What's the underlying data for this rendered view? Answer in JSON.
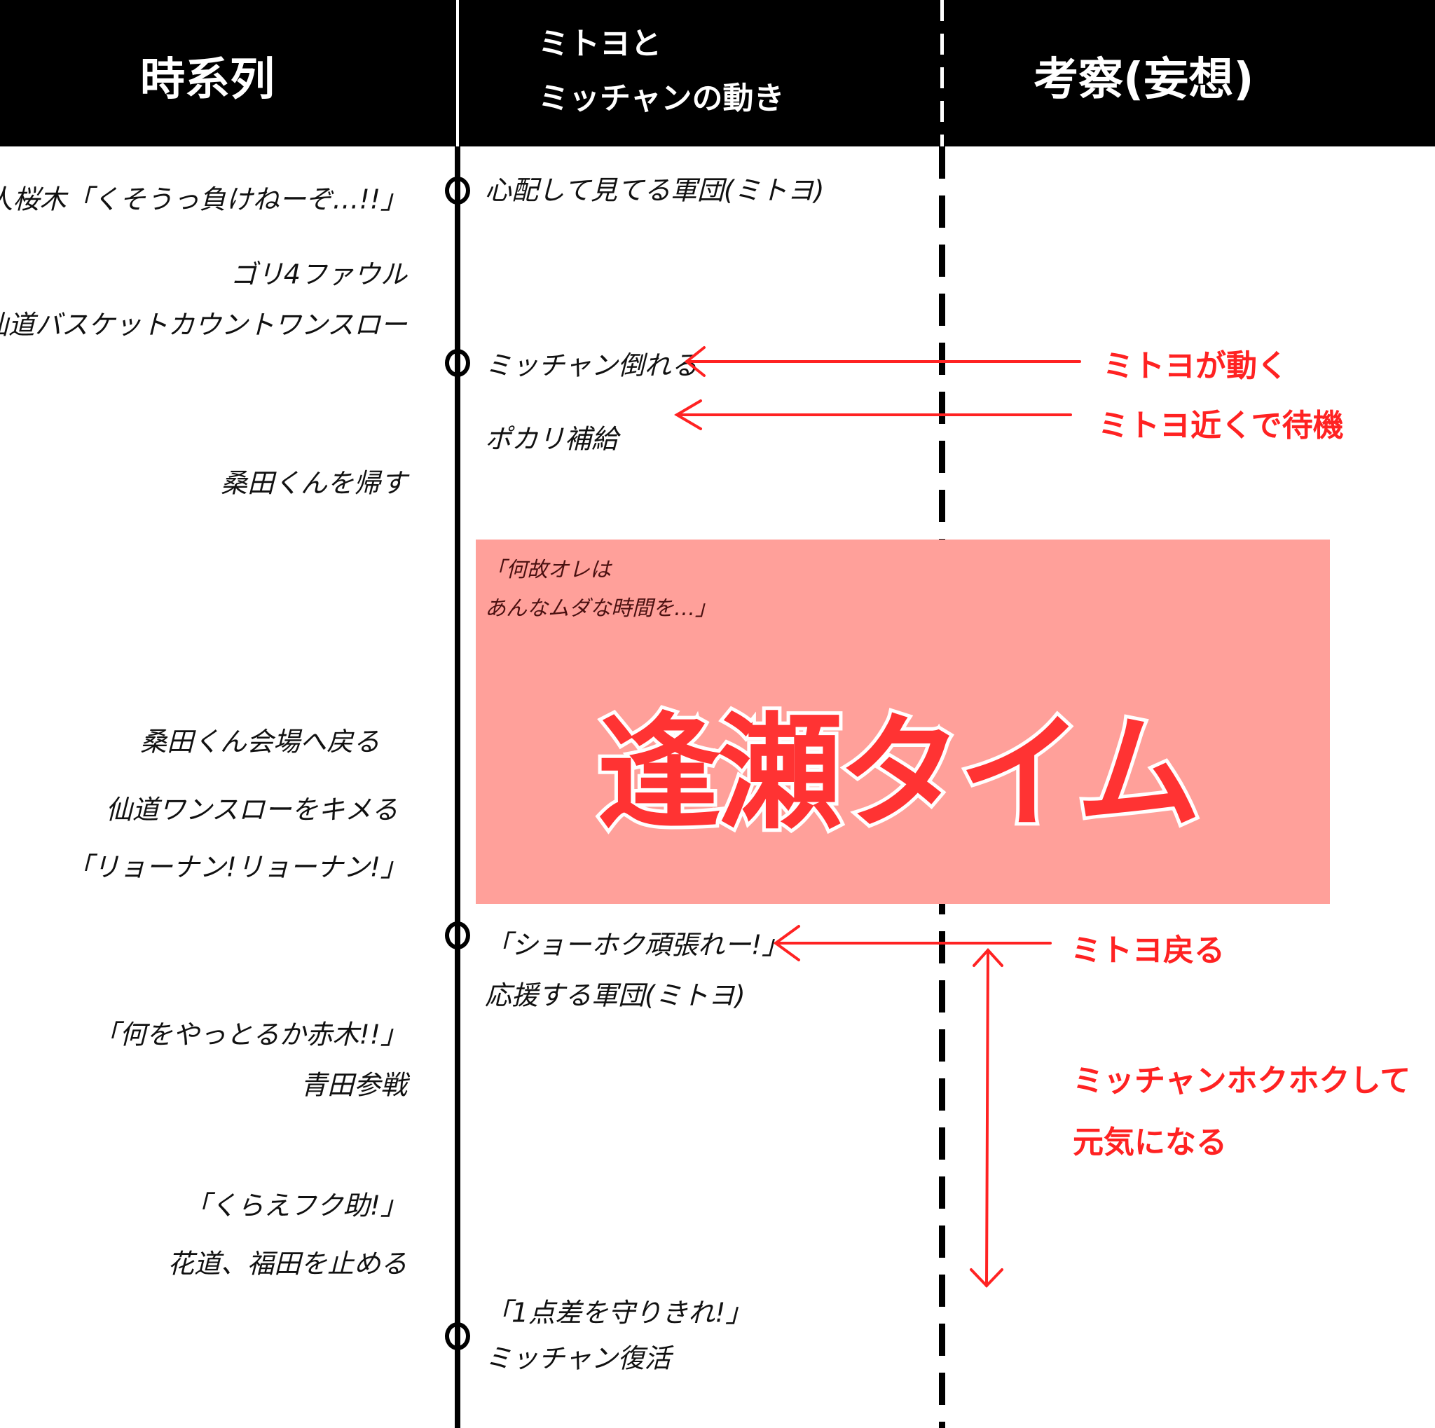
{
  "header": {
    "col1": "時系列",
    "col2_line1": "ミトヨと",
    "col2_line2": "ミッチャンの動き",
    "col3": "考察(妄想)"
  },
  "timeline": [
    "素人桜木「くそうっ負けねーぞ…!!」",
    "ゴリ4ファウル",
    "仙道バスケットカウントワンスロー",
    "桑田くんを帰す",
    "桑田くん会場へ戻る",
    "仙道ワンスローをキメる",
    "「リョーナン!リョーナン!」",
    "「何をやっとるか赤木!!」",
    "青田参戦",
    "「くらえフク助!」",
    "花道、福田を止める"
  ],
  "movements": [
    "心配して見てる軍団(ミトヨ)",
    "ミッチャン倒れる",
    "ポカリ補給",
    "「ショーホク頑張れー!」",
    "応援する軍団(ミトヨ)",
    "「1点差を守りきれ!」",
    "ミッチャン復活"
  ],
  "highlight": {
    "quote_line1": "「何故オレは",
    "quote_line2": "あんなムダな時間を…」",
    "title": "逢瀬タイム",
    "color": "#ffa09a"
  },
  "notes": [
    "ミトヨが動く",
    "ミトヨ近くで待機",
    "ミトヨ戻る",
    "ミッチャンホクホクして",
    "元気になる"
  ],
  "colors": {
    "accent": "#ff2222",
    "title": "#ff3333"
  }
}
